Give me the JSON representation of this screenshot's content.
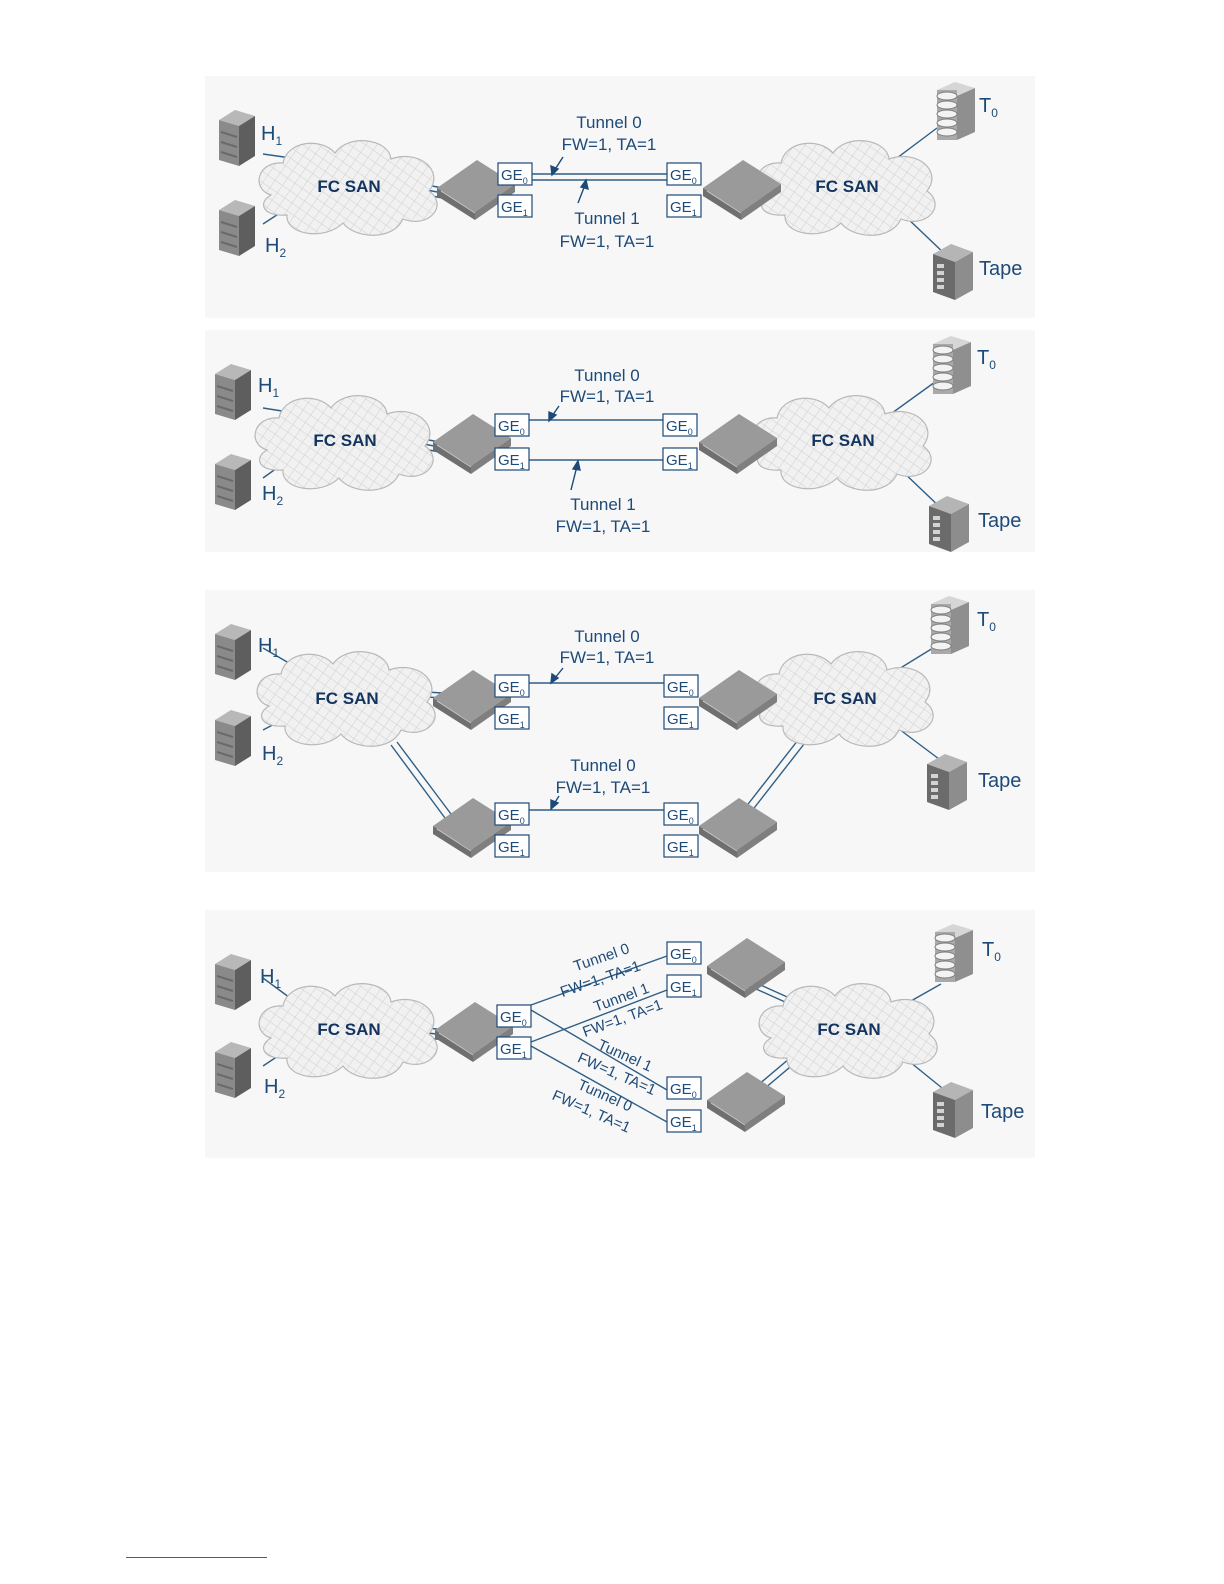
{
  "labels": {
    "fc_san": "FC SAN",
    "host_letter": "H",
    "host_sub_1": "1",
    "host_sub_2": "2",
    "target_letter": "T",
    "target_sub": "0",
    "tape": "Tape",
    "ge": "GE",
    "ge_sub_0": "0",
    "ge_sub_1": "1",
    "tunnel_0": "Tunnel 0",
    "tunnel_1": "Tunnel 1",
    "fw_ta": "FW=1, TA=1"
  },
  "colors": {
    "label": "#1d4a78",
    "line": "#2f5f86",
    "switch": "#8e8e8e",
    "background": "#f7f7f7"
  }
}
